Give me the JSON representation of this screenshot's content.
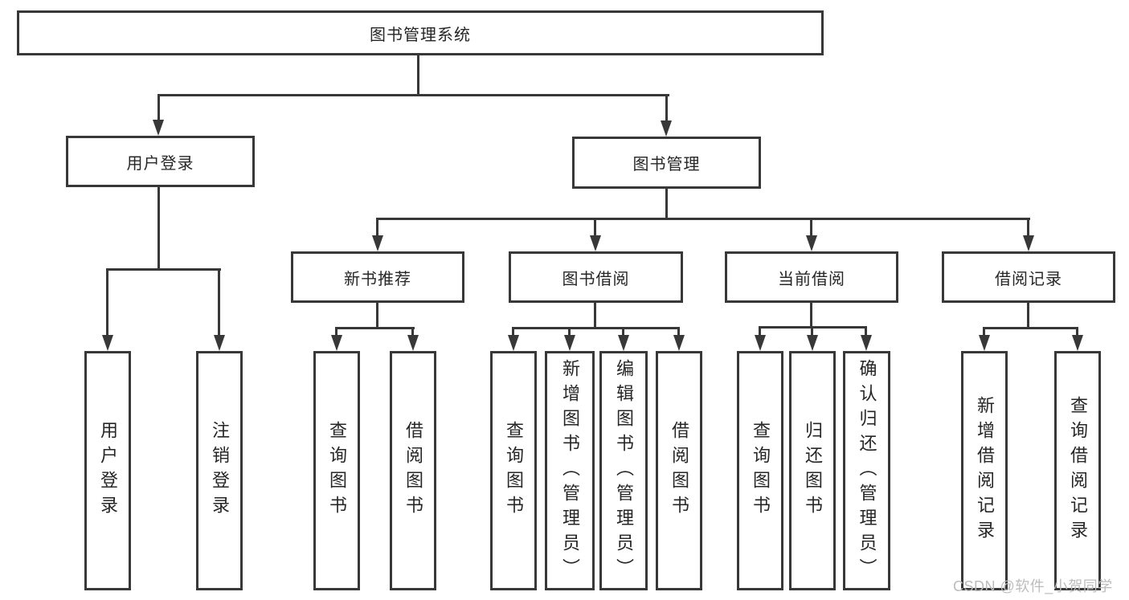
{
  "diagram": {
    "tree": {
      "root": {
        "label": "图书管理系统"
      },
      "branches": [
        {
          "label": "用户登录",
          "children": [
            {
              "label": "用户登录"
            },
            {
              "label": "注销登录"
            }
          ]
        },
        {
          "label": "图书管理",
          "children": [
            {
              "label": "新书推荐",
              "children": [
                {
                  "label": "查询图书"
                },
                {
                  "label": "借阅图书"
                }
              ]
            },
            {
              "label": "图书借阅",
              "children": [
                {
                  "label": "查询图书"
                },
                {
                  "label": "新增图书（管理员）"
                },
                {
                  "label": "编辑图书（管理员）"
                },
                {
                  "label": "借阅图书"
                }
              ]
            },
            {
              "label": "当前借阅",
              "children": [
                {
                  "label": "查询图书"
                },
                {
                  "label": "归还图书"
                },
                {
                  "label": "确认归还（管理员）"
                }
              ]
            },
            {
              "label": "借阅记录",
              "children": [
                {
                  "label": "新增借阅记录"
                },
                {
                  "label": "查询借阅记录"
                }
              ]
            }
          ]
        }
      ]
    },
    "colors": {
      "line": "#383838",
      "text": "#262626",
      "watermark_text": "#bcbcbc",
      "background": "#ffffff"
    }
  },
  "watermark": {
    "text": "CSDN @软件_小贺同学"
  }
}
